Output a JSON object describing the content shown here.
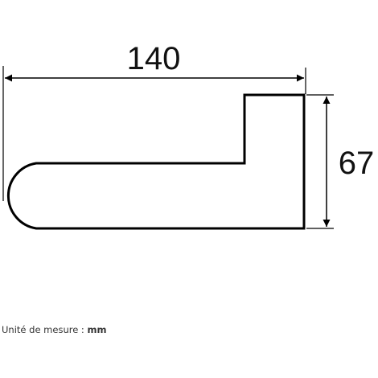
{
  "dimensions": {
    "width": {
      "value": "140"
    },
    "height": {
      "value": "67"
    }
  },
  "unit_note": {
    "label": "Unité de mesure :",
    "unit": "mm"
  },
  "colors": {
    "line": "#000000",
    "text": "#111111"
  }
}
